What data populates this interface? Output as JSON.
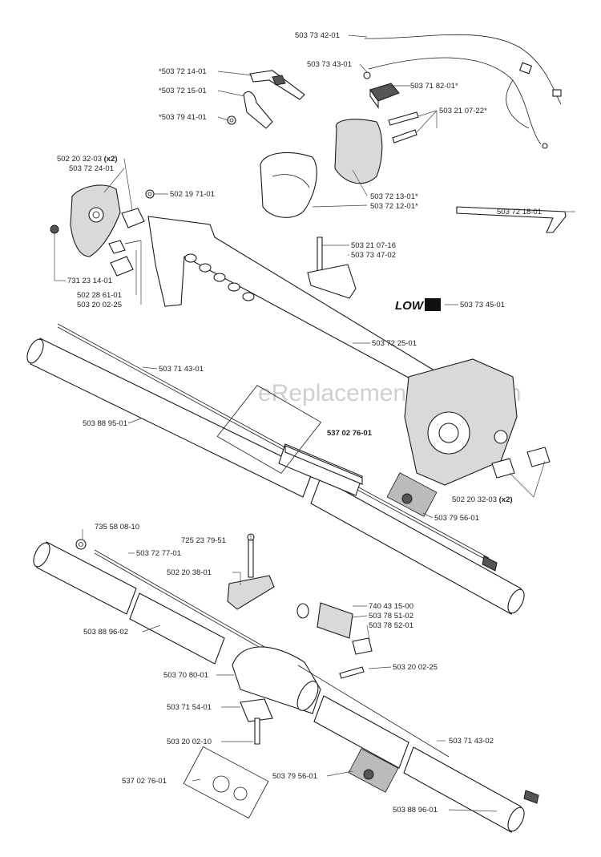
{
  "watermark": "eReplacementParts.com",
  "logo_text": "LOW",
  "parts": [
    {
      "id": "p01",
      "label": "503 73 42-01",
      "bold": false
    },
    {
      "id": "p02",
      "label": "503 73 43-01",
      "bold": false
    },
    {
      "id": "p03",
      "label": "503 71 82-01*",
      "bold": false
    },
    {
      "id": "p04",
      "label": "*503 72 14-01",
      "bold": false
    },
    {
      "id": "p05",
      "label": "*503 72 15-01",
      "bold": false
    },
    {
      "id": "p06",
      "label": "*503 79 41-01",
      "bold": false
    },
    {
      "id": "p07",
      "label": "503 21 07-22*",
      "bold": false
    },
    {
      "id": "p08",
      "label": "502 20 32-03",
      "bold": false,
      "suffix": "(x2)"
    },
    {
      "id": "p09",
      "label": "503 72 24-01",
      "bold": false
    },
    {
      "id": "p10",
      "label": "502 19 71-01",
      "bold": false
    },
    {
      "id": "p11",
      "label": "503 72 13-01*",
      "bold": false
    },
    {
      "id": "p12",
      "label": "503 72 12-01*",
      "bold": false
    },
    {
      "id": "p13",
      "label": "503 72 18-01",
      "bold": false
    },
    {
      "id": "p14",
      "label": "503 21 07-16",
      "bold": false
    },
    {
      "id": "p15",
      "label": "503 73 47-02",
      "bold": false
    },
    {
      "id": "p16",
      "label": "731 23 14-01",
      "bold": false
    },
    {
      "id": "p17",
      "label": "502 28 61-01",
      "bold": false
    },
    {
      "id": "p18",
      "label": "503 20 02-25",
      "bold": false
    },
    {
      "id": "p19",
      "label": "503 73 45-01",
      "bold": false
    },
    {
      "id": "p20",
      "label": "503 72 25-01",
      "bold": false
    },
    {
      "id": "p21",
      "label": "503 71 43-01",
      "bold": false
    },
    {
      "id": "p22",
      "label": "503 88 95-01",
      "bold": false
    },
    {
      "id": "p23",
      "label": "537 02 76-01",
      "bold": true
    },
    {
      "id": "p24",
      "label": "502 20 32-03",
      "bold": false,
      "suffix": "(x2)"
    },
    {
      "id": "p25",
      "label": "503 79 56-01",
      "bold": false
    },
    {
      "id": "p26",
      "label": "735 58 08-10",
      "bold": false
    },
    {
      "id": "p27",
      "label": "725 23 79-51",
      "bold": false
    },
    {
      "id": "p28",
      "label": "503 72 77-01",
      "bold": false
    },
    {
      "id": "p29",
      "label": "502 20 38-01",
      "bold": false
    },
    {
      "id": "p30",
      "label": "740 43 15-00",
      "bold": false
    },
    {
      "id": "p31",
      "label": "503 78 51-02",
      "bold": false
    },
    {
      "id": "p32",
      "label": "503 78 52-01",
      "bold": false
    },
    {
      "id": "p33",
      "label": "503 88 96-02",
      "bold": false
    },
    {
      "id": "p34",
      "label": "503 20 02-25",
      "bold": false
    },
    {
      "id": "p35",
      "label": "503 70 80-01",
      "bold": false
    },
    {
      "id": "p36",
      "label": "503 71 54-01",
      "bold": false
    },
    {
      "id": "p37",
      "label": "503 71 43-02",
      "bold": false
    },
    {
      "id": "p38",
      "label": "503 20 02-10",
      "bold": false
    },
    {
      "id": "p39",
      "label": "503 79 56-01",
      "bold": false
    },
    {
      "id": "p40",
      "label": "537 02 76-01",
      "bold": false
    },
    {
      "id": "p41",
      "label": "503 88 96-01",
      "bold": false
    }
  ]
}
